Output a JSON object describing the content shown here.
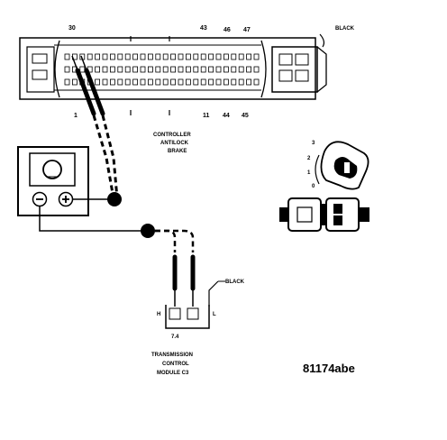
{
  "pin_labels": {
    "p30": "30",
    "p43": "43",
    "p46": "46",
    "p47": "47",
    "p1": "1",
    "p11": "11",
    "p44": "44",
    "p45": "45"
  },
  "connector_wire_color": "BLACK",
  "controller_label": [
    "CONTROLLER",
    "ANTILOCK",
    "BRAKE"
  ],
  "key_positions": [
    "3",
    "2",
    "1",
    "0"
  ],
  "tcm_pin_labels": {
    "left": "H",
    "right": "L",
    "bottom": "7.4"
  },
  "tcm_wire_color": "BLACK",
  "tcm_label": [
    "TRANSMISSION",
    "CONTROL",
    "MODULE C3"
  ],
  "figure_id": "81174abe",
  "icons": [
    "meter-icon",
    "ignition-key-icon",
    "connector-icon",
    "ground-symbol-icon",
    "plus-symbol-icon"
  ]
}
